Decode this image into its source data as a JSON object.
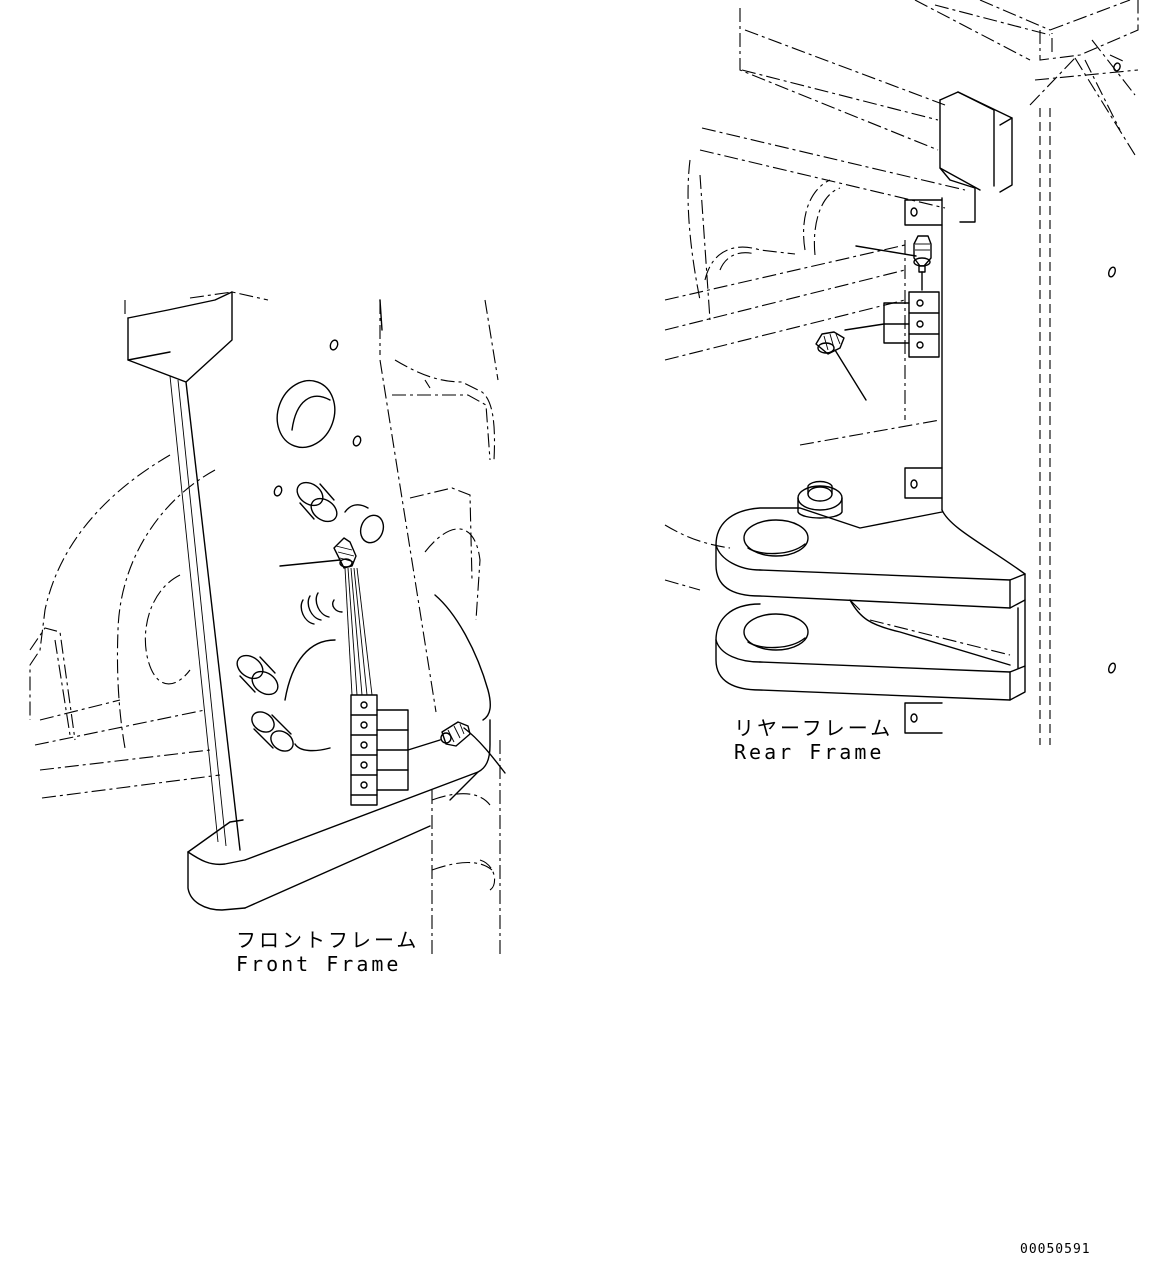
{
  "front_frame": {
    "label_jp": "フロントフレーム",
    "label_en": "Front Frame"
  },
  "rear_frame": {
    "label_jp": "リヤーフレーム",
    "label_en": "Rear Frame"
  },
  "drawing_number": "00050591"
}
